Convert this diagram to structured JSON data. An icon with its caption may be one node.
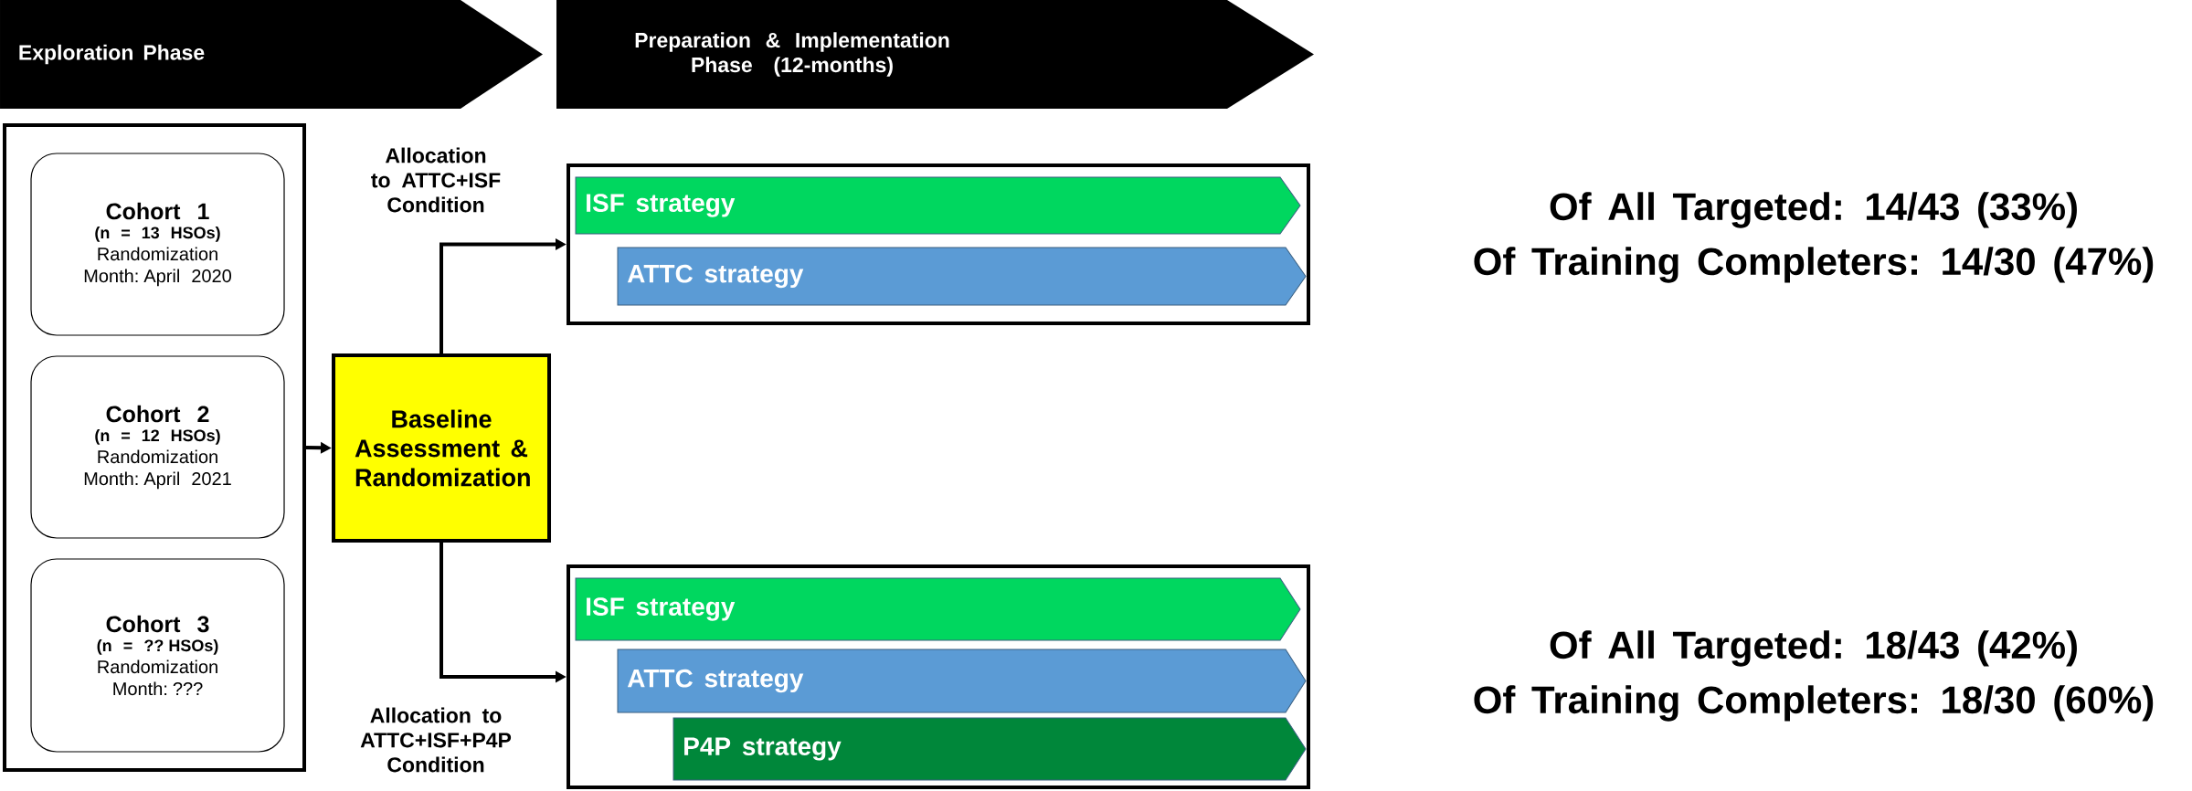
{
  "diagram": {
    "nodes": [
      {
        "text": [
          "Exploration Phase"
        ]
      },
      {
        "text": [
          "Preparation & Implementation Phase (12-months)"
        ]
      },
      {
        "text": [],
        "shape": "box"
      },
      {
        "text": [
          "Cohort 1",
          "(n = 13 HSOs)",
          "Randomization Month: April 2020"
        ],
        "in": 2
      },
      {
        "text": [
          "Cohort 2",
          "(n = 12 HSOs)",
          "Randomization Month: April 2021"
        ],
        "in": 2
      },
      {
        "text": [
          "Cohort 3",
          "(n = ?? HSOs)",
          "Randomization Month: ???"
        ],
        "in": 2
      },
      {
        "text": [
          "Baseline Assessment & Randomization"
        ]
      },
      {
        "text": [],
        "shape": "box"
      },
      {
        "text": [
          "ISF strategy"
        ],
        "in": 7
      },
      {
        "text": [
          "ATTC strategy"
        ],
        "in": 7
      },
      {
        "text": [],
        "shape": "box"
      },
      {
        "text": [
          "ISF strategy"
        ],
        "in": 10
      },
      {
        "text": [
          "ATTC strategy"
        ],
        "in": 10
      },
      {
        "text": [
          "P4P strategy"
        ],
        "in": 10
      }
    ],
    "edges": [
      {
        "from": 2,
        "to": 6,
        "arrow": "to"
      },
      {
        "from": 6,
        "to": 7,
        "arrow": "to",
        "label": "Allocation to ATTC+ISF Condition"
      },
      {
        "from": 6,
        "to": 10,
        "arrow": "to",
        "label": "Allocation to ATTC+ISF+P4P Condition"
      }
    ],
    "labels": [
      "Of All Targeted: 14/43 (33%)",
      "Of Training Completers: 14/30 (47%)",
      "Of All Targeted: 18/43 (42%)",
      "Of Training Completers: 18/30 (60%)"
    ]
  }
}
